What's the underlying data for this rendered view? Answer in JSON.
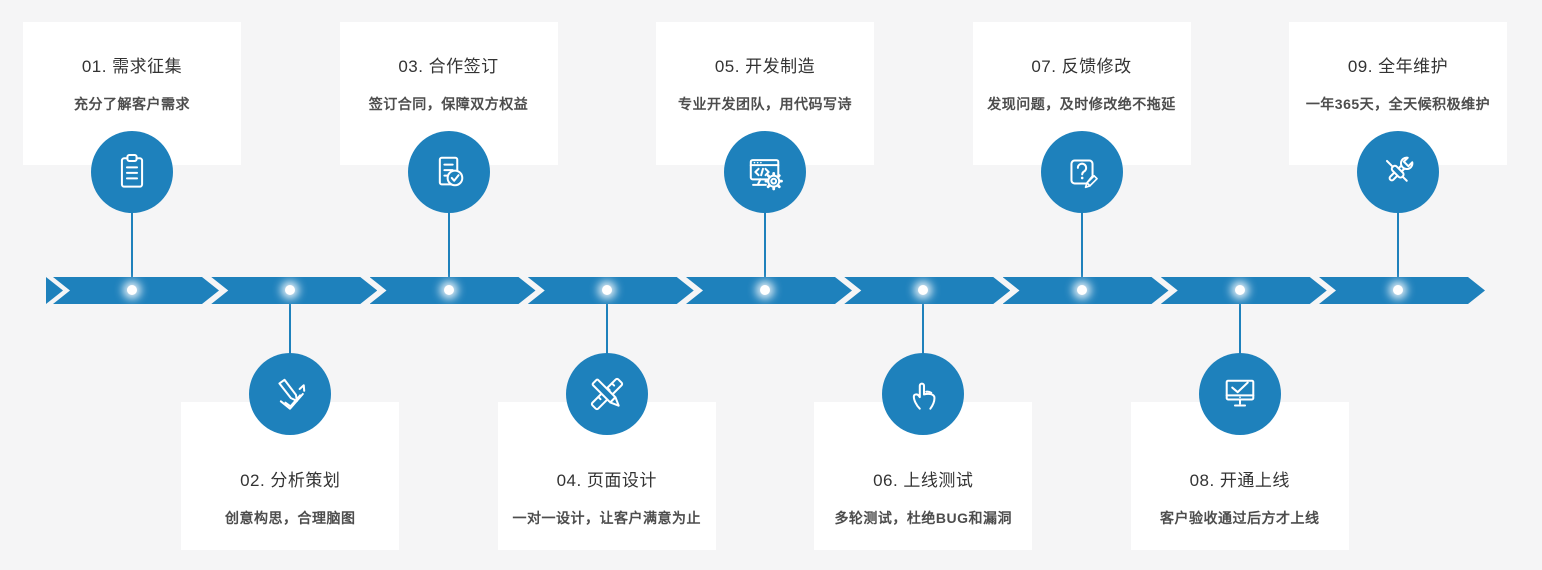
{
  "page": {
    "background": "#f5f5f6"
  },
  "colors": {
    "accent": "#1e81bc",
    "card_bg": "#ffffff",
    "title": "#333333",
    "subtitle": "#4d4d4d",
    "dot": "#ffffff"
  },
  "steps": [
    {
      "label": "01. 需求征集",
      "description": "充分了解客户需求",
      "icon": "clipboard-icon",
      "position": "top"
    },
    {
      "label": "02. 分析策划",
      "description": "创意构思，合理脑图",
      "icon": "pencil-arrow-icon",
      "position": "bottom"
    },
    {
      "label": "03. 合作签订",
      "description": "签订合同，保障双方权益",
      "icon": "contract-check-icon",
      "position": "top"
    },
    {
      "label": "04. 页面设计",
      "description": "一对一设计，让客户满意为止",
      "icon": "pencil-ruler-icon",
      "position": "bottom"
    },
    {
      "label": "05. 开发制造",
      "description": "专业开发团队，用代码写诗",
      "icon": "code-gear-icon",
      "position": "top"
    },
    {
      "label": "06. 上线测试",
      "description": "多轮测试，杜绝BUG和漏洞",
      "icon": "tap-finger-icon",
      "position": "bottom"
    },
    {
      "label": "07. 反馈修改",
      "description": "发现问题，及时修改绝不拖延",
      "icon": "question-note-icon",
      "position": "top"
    },
    {
      "label": "08. 开通上线",
      "description": "客户验收通过后方才上线",
      "icon": "monitor-check-icon",
      "position": "bottom"
    },
    {
      "label": "09. 全年维护",
      "description": "一年365天，全天候积极维护",
      "icon": "tools-icon",
      "position": "top"
    }
  ]
}
